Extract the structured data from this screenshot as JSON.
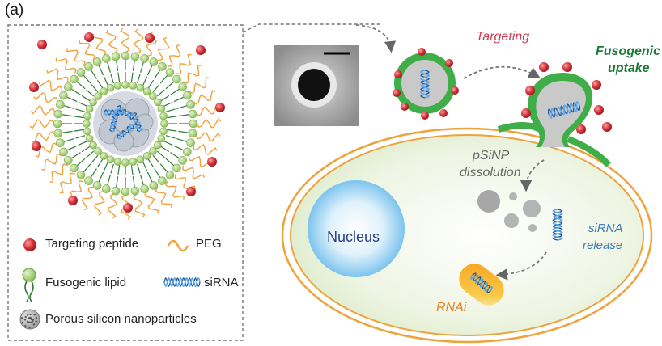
{
  "panel_label": "(a)",
  "legend": {
    "targeting_peptide": "Targeting peptide",
    "peg": "PEG",
    "fusogenic_lipid": "Fusogenic lipid",
    "sirna": "siRNA",
    "porous_silicon": "Porous silicon nanoparticles"
  },
  "labels": {
    "targeting": "Targeting",
    "fusogenic_line1": "Fusogenic",
    "fusogenic_line2": "uptake",
    "psinp_line1": "pSiNP",
    "psinp_line2": "dissolution",
    "nucleus": "Nucleus",
    "sirna_release_line1": "siRNA",
    "sirna_release_line2": "release",
    "rnai": "RNAi"
  },
  "colors": {
    "peptide_red": "#d8313a",
    "lipid_green": "#3fae49",
    "lipid_head": "#b9d98a",
    "peg_orange": "#f2a13b",
    "sirna_blue": "#3d86cf",
    "cell_membrane": "#f0a23a",
    "cytoplasm": "#e9f2dc",
    "nucleus_blue": "#8fcdf0",
    "mitochondria": "#f5b21f",
    "targeting_text": "#d23a50",
    "fusogenic_text": "#1f7a3a",
    "nucleus_text": "#2a3f86",
    "rnai_text": "#e7832a"
  },
  "icons": [
    "peptide-icon",
    "peg-icon",
    "lipid-icon",
    "sirna-icon",
    "porous-silicon-icon",
    "tem-image"
  ]
}
